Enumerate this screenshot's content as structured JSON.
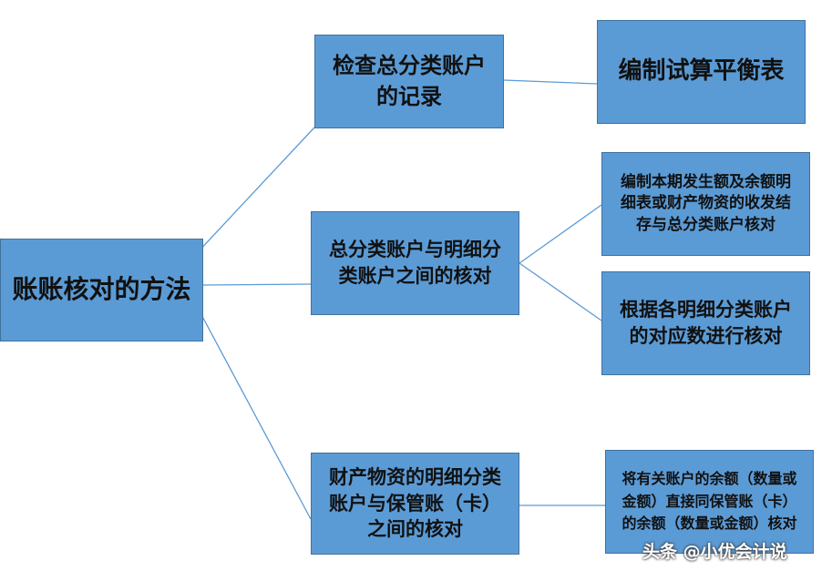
{
  "diagram": {
    "root": "账账核对的方法",
    "branches": [
      {
        "label": [
          "检查总分类账户",
          "的记录"
        ],
        "children": [
          [
            "编制试算平衡表"
          ]
        ]
      },
      {
        "label": [
          "总分类账户与明细分",
          "类账户之间的核对"
        ],
        "children": [
          [
            "编制本期发生额及余额明",
            "细表或财产物资的收发结",
            "存与总分类账户核对"
          ],
          [
            "根据各明细分类账户",
            "的对应数进行核对"
          ]
        ]
      },
      {
        "label": [
          "财产物资的明细分类",
          "账户与保管账（卡）",
          "之间的核对"
        ],
        "children": [
          [
            "将有关账户的余额（数量或",
            "金额）直接同保管账（卡）",
            "的余额（数量或金额）核对"
          ]
        ]
      }
    ]
  },
  "watermark": "头条 @小优会计说",
  "colors": {
    "node_fill": "#5b9bd5",
    "node_border": "#41719c",
    "connector": "#5b9bd5"
  }
}
